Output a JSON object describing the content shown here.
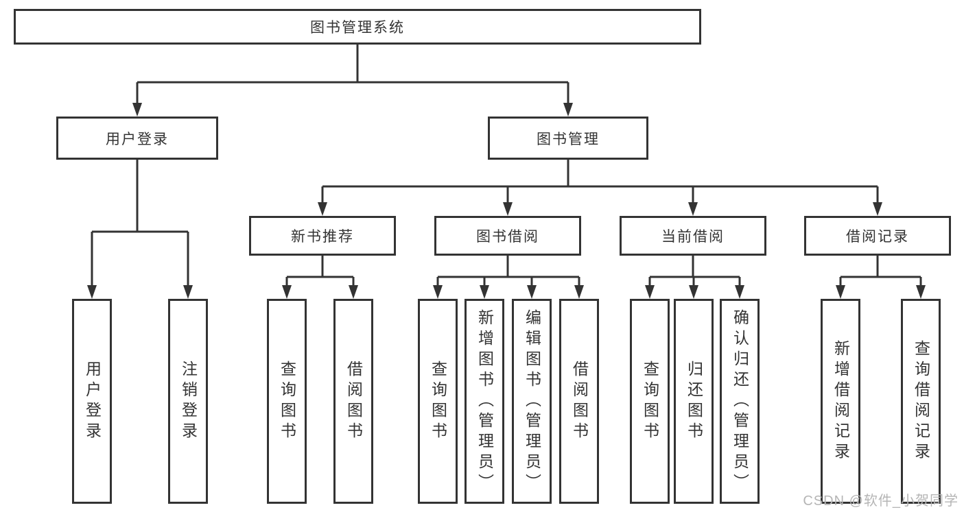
{
  "tree": {
    "root": "图书管理系统",
    "level2": [
      "用户登录",
      "图书管理"
    ],
    "level3": [
      "新书推荐",
      "图书借阅",
      "当前借阅",
      "借阅记录"
    ],
    "leaves": {
      "user_login": [
        "用户登录",
        "注销登录"
      ],
      "new_book": [
        "查询图书",
        "借阅图书"
      ],
      "book_borrow": [
        "查询图书",
        "新增图书（管理员）",
        "编辑图书（管理员）",
        "借阅图书"
      ],
      "current_borrow": [
        "查询图书",
        "归还图书",
        "确认归还（管理员）"
      ],
      "borrow_record": [
        "新增借阅记录",
        "查询借阅记录"
      ]
    }
  },
  "watermark": "CSDN @软件_小贺同学",
  "colors": {
    "line": "#333333",
    "text": "#333333",
    "watermark": "#b5b5b5",
    "background": "#ffffff"
  }
}
